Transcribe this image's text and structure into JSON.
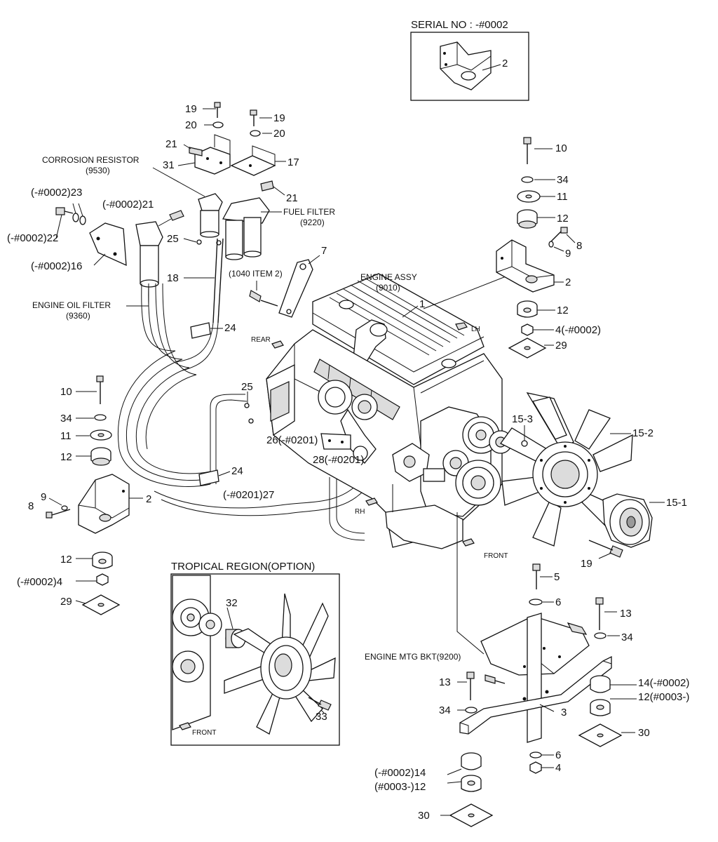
{
  "serial_box": {
    "title": "SERIAL NO : -#0002",
    "label": "2"
  },
  "tropical_box": {
    "title": "TROPICAL REGION(OPTION)",
    "labels": [
      "32",
      "33"
    ],
    "direction": "FRONT"
  },
  "names": {
    "corrosion_resistor": "CORROSION RESISTOR",
    "corrosion_resistor_code": "(9530)",
    "fuel_filter": "FUEL FILTER",
    "fuel_filter_code": "(9220)",
    "engine_oil_filter": "ENGINE OIL FILTER",
    "engine_oil_filter_code": "(9360)",
    "engine_assy": "ENGINE ASSY",
    "engine_assy_code": "(9010)",
    "engine_mtg_bkt": "ENGINE MTG BKT(9200)",
    "item_ref": "(1040 ITEM 2)"
  },
  "directions": {
    "rear": "REAR",
    "lh": "LH",
    "rh": "RH",
    "front": "FRONT"
  },
  "callouts": {
    "c19a": "19",
    "c20a": "20",
    "c21a": "21",
    "c31": "31",
    "c19b": "19",
    "c20b": "20",
    "c17": "17",
    "c21b": "21",
    "c23": "(-#0002)23",
    "c22": "(-#0002)22",
    "c21c": "(-#0002)21",
    "c16": "(-#0002)16",
    "c25a": "25",
    "c18": "18",
    "c24a": "24",
    "c7": "7",
    "c1": "1",
    "c10r": "10",
    "c34r": "34",
    "c11r": "11",
    "c12r1": "12",
    "c8r": "8",
    "c9r": "9",
    "c2r": "2",
    "c12r2": "12",
    "c4r": "4(-#0002)",
    "c29r": "29",
    "c10l": "10",
    "c34l": "34",
    "c11l": "11",
    "c12l1": "12",
    "c9l": "9",
    "c8l": "8",
    "c2l": "2",
    "c12l2": "12",
    "c4l": "(-#0002)4",
    "c29l": "29",
    "c25b": "25",
    "c26": "26(-#0201)",
    "c28": "28(-#0201)",
    "c24b": "24",
    "c27": "(-#0201)27",
    "c15_3": "15-3",
    "c15_2": "15-2",
    "c15_1": "15-1",
    "c19c": "19",
    "c5": "5",
    "c6a": "6",
    "c13a": "13",
    "c34a": "34",
    "c14a": "14(-#0002)",
    "c12a": "12(#0003-)",
    "c13b": "13",
    "c34b": "34",
    "c3": "3",
    "c30a": "30",
    "c6b": "6",
    "c4b": "4",
    "c14b": "(-#0002)14",
    "c12b": "(#0003-)12",
    "c30b": "30"
  }
}
